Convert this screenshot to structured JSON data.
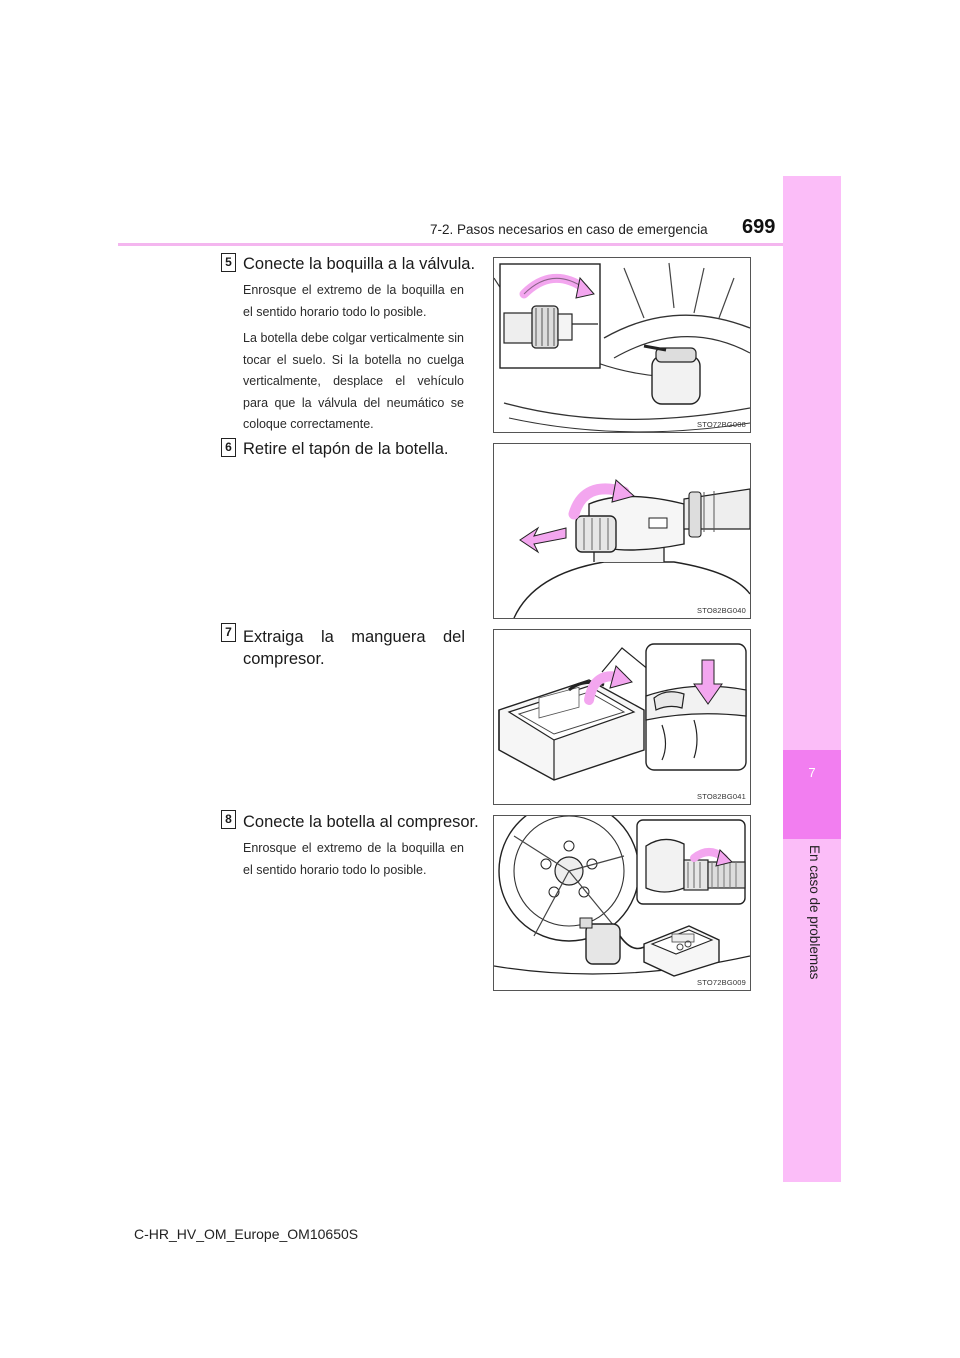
{
  "header": {
    "section_title": "7-2. Pasos necesarios en caso de emergencia",
    "page_number": "699"
  },
  "side_tab": {
    "chapter_number": "7",
    "chapter_label": "En caso de problemas"
  },
  "steps": [
    {
      "number": "5",
      "title": "Conecte la boquilla a la válvula.",
      "paragraphs": [
        "Enrosque el extremo de la boquilla en el sentido horario todo lo posible.",
        "La botella debe colgar verticalmente sin tocar el suelo. Si la botella no cuelga verticalmente, desplace el vehículo para que la válvula del neumático se coloque correctamente."
      ],
      "figure_code": "STO72BG008"
    },
    {
      "number": "6",
      "title": "Retire el tapón de la botella.",
      "paragraphs": [],
      "figure_code": "STO82BG040"
    },
    {
      "number": "7",
      "title_line1": "Extraiga la manguera del",
      "title_line2": "compresor.",
      "paragraphs": [],
      "figure_code": "STO82BG041"
    },
    {
      "number": "8",
      "title": "Conecte la botella al compresor.",
      "paragraphs": [
        "Enrosque el extremo de la boquilla en el sentido horario todo lo posible."
      ],
      "figure_code": "STO72BG009"
    }
  ],
  "colors": {
    "accent_pink": "#fbbdf8",
    "accent_pink_dark": "#f27ef0",
    "arrow_pink": "#f3a6ef"
  },
  "footer": {
    "document_code": "C-HR_HV_OM_Europe_OM10650S"
  }
}
